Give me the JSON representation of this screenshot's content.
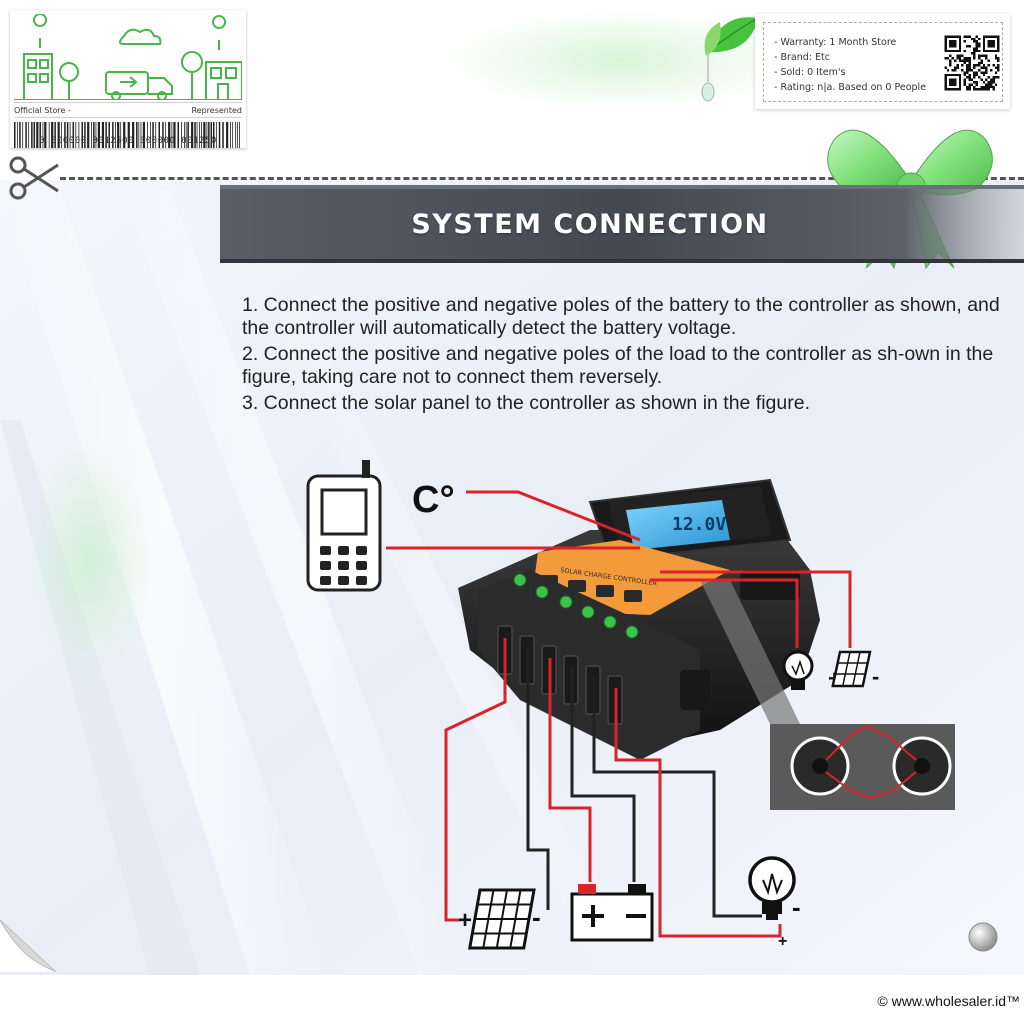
{
  "store": {
    "official_label": "Official Store -",
    "represented_label": "Represented",
    "barcode_number": "0  000000  0012500  000000  001250"
  },
  "product_info": {
    "warranty": "- Warranty: 1 Month Store",
    "brand": "- Brand: Etc",
    "sold": "- Sold: 0 Item's",
    "rating": "- Rating: n|a. Based on 0 People"
  },
  "banner": {
    "title": "SYSTEM CONNECTION"
  },
  "steps": [
    "1. Connect the positive and negative poles of the battery to the controller as shown, and the controller will automatically detect the battery voltage.",
    "2. Connect the positive and negative poles of the load to the controller as sh-own in the figure, taking care not to connect them reversely.",
    "3. Connect the solar panel to the controller as shown in the figure."
  ],
  "diagram": {
    "temp_label": "C°",
    "lcd_reading": "12.0V",
    "controller_label": "SOLAR CHARGE CONTROLLER",
    "plus": "+",
    "minus": "-"
  },
  "footer": {
    "copyright": "© www.wholesaler.id™"
  },
  "colors": {
    "wire_red": "#d8242a",
    "wire_black": "#222222",
    "orange_panel": "#f39a3a",
    "lcd_blue": "#4ab6e8",
    "banner_gray": "#4a4f58",
    "bow_green": "#7fe07a",
    "store_green": "#47b54a"
  }
}
